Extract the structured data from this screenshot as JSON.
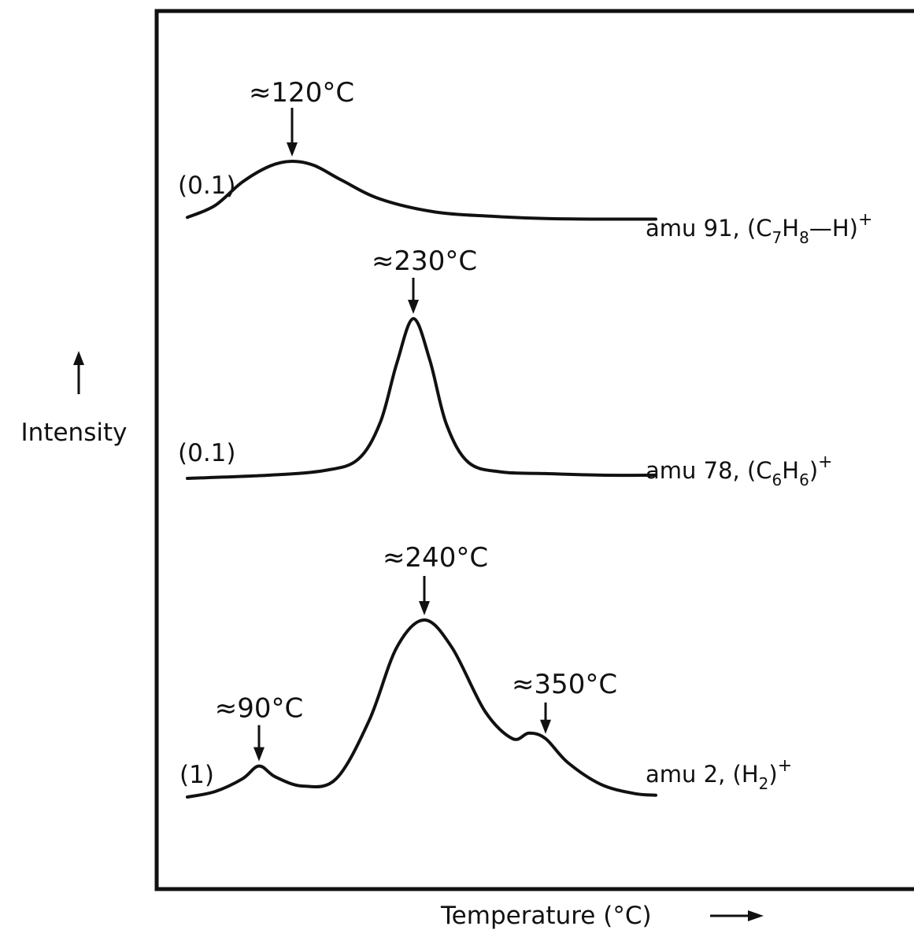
{
  "chart_data": {
    "type": "line",
    "xlabel": "Temperature (°C)",
    "ylabel": "Intensity",
    "grid": false,
    "legend": "none",
    "series": [
      {
        "name": "amu 91, (C7H8-H)+",
        "label_parts": {
          "prefix": "amu 91, (C",
          "sub1": "7",
          "mid": "H",
          "sub2": "8",
          "suffix": "—H)",
          "sup": "+"
        },
        "scale": "(0.1)",
        "x": [
          25,
          50,
          75,
          100,
          120,
          140,
          165,
          200,
          250,
          300,
          350,
          400,
          450
        ],
        "y": [
          0.05,
          0.25,
          0.65,
          0.92,
          1.0,
          0.93,
          0.68,
          0.36,
          0.14,
          0.07,
          0.03,
          0.02,
          0.02
        ],
        "annotations": [
          {
            "label": "≈120°C",
            "x": 120
          }
        ]
      },
      {
        "name": "amu 78, (C6H6)+",
        "label_parts": {
          "prefix": "amu 78, (C",
          "sub1": "6",
          "mid": "H",
          "sub2": "6",
          "suffix": ")",
          "sup": "+"
        },
        "scale": "(0.1)",
        "x": [
          25,
          100,
          150,
          180,
          200,
          215,
          230,
          245,
          260,
          280,
          310,
          350,
          400,
          450
        ],
        "y": [
          0.0,
          0.02,
          0.05,
          0.12,
          0.35,
          0.72,
          1.0,
          0.74,
          0.34,
          0.1,
          0.04,
          0.03,
          0.02,
          0.02
        ],
        "annotations": [
          {
            "label": "≈230°C",
            "x": 230
          }
        ]
      },
      {
        "name": "amu 2, (H2)+",
        "label_parts": {
          "prefix": "amu 2, (H",
          "sub1": "2",
          "mid": "",
          "sub2": "",
          "suffix": ")",
          "sup": "+"
        },
        "scale": "(1)",
        "x": [
          25,
          50,
          75,
          90,
          105,
          130,
          160,
          190,
          215,
          240,
          265,
          295,
          320,
          335,
          350,
          370,
          400,
          430,
          450
        ],
        "y": [
          0.03,
          0.06,
          0.13,
          0.2,
          0.14,
          0.09,
          0.13,
          0.45,
          0.85,
          1.0,
          0.85,
          0.5,
          0.35,
          0.38,
          0.35,
          0.22,
          0.1,
          0.05,
          0.04
        ],
        "annotations": [
          {
            "label": "≈90°C",
            "x": 90
          },
          {
            "label": "≈240°C",
            "x": 240
          },
          {
            "label": "≈350°C",
            "x": 350
          }
        ]
      }
    ]
  }
}
